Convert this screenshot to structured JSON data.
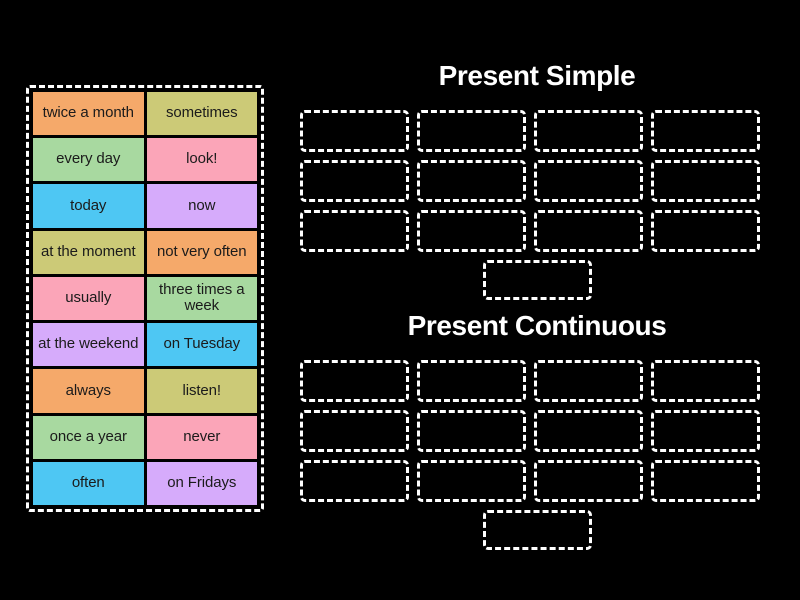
{
  "palette": {
    "background": "#000000",
    "outline": "#ffffff",
    "tile_text": "#1b1b1b",
    "orange": "#f5a96a",
    "olive": "#ccca77",
    "green": "#a8d9a0",
    "pink": "#fba5b8",
    "blue": "#4ec7f3",
    "purple": "#d6abfb"
  },
  "tile_panel": {
    "name": "word-tile-bank",
    "columns": 2,
    "rows": 9,
    "tiles": [
      {
        "label": "twice a month",
        "color": "#f5a96a"
      },
      {
        "label": "sometimes",
        "color": "#ccca77"
      },
      {
        "label": "every day",
        "color": "#a8d9a0"
      },
      {
        "label": "look!",
        "color": "#fba5b8"
      },
      {
        "label": "today",
        "color": "#4ec7f3"
      },
      {
        "label": "now",
        "color": "#d6abfb"
      },
      {
        "label": "at the moment",
        "color": "#ccca77"
      },
      {
        "label": "not very often",
        "color": "#f5a96a"
      },
      {
        "label": "usually",
        "color": "#fba5b8"
      },
      {
        "label": "three times a week",
        "color": "#a8d9a0"
      },
      {
        "label": "at the weekend",
        "color": "#d6abfb"
      },
      {
        "label": "on Tuesday",
        "color": "#4ec7f3"
      },
      {
        "label": "always",
        "color": "#f5a96a"
      },
      {
        "label": "listen!",
        "color": "#ccca77"
      },
      {
        "label": "once a year",
        "color": "#a8d9a0"
      },
      {
        "label": "never",
        "color": "#fba5b8"
      },
      {
        "label": "often",
        "color": "#4ec7f3"
      },
      {
        "label": "on Fridays",
        "color": "#d6abfb"
      }
    ]
  },
  "sections": [
    {
      "id": "present-simple",
      "title": "Present Simple",
      "zone_columns": 4,
      "zone_rows": 3,
      "zone_count": 12,
      "extra_zone_count": 1
    },
    {
      "id": "present-continuous",
      "title": "Present Continuous",
      "zone_columns": 4,
      "zone_rows": 3,
      "zone_count": 12,
      "extra_zone_count": 1
    }
  ]
}
